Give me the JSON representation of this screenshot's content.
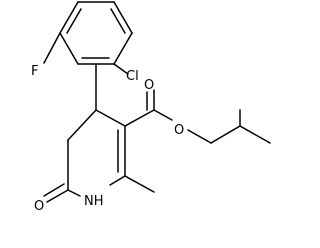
{
  "structure": {
    "colors": {
      "bond": "#000000",
      "label": "#000000",
      "background": "#ffffff"
    },
    "atom_labels": {
      "fluorine": "F",
      "chlorine": "Cl",
      "ester_carbonyl_oxygen": "O",
      "ester_oxygen": "O",
      "lactam_oxygen": "O",
      "nitrogen": "NH"
    }
  }
}
